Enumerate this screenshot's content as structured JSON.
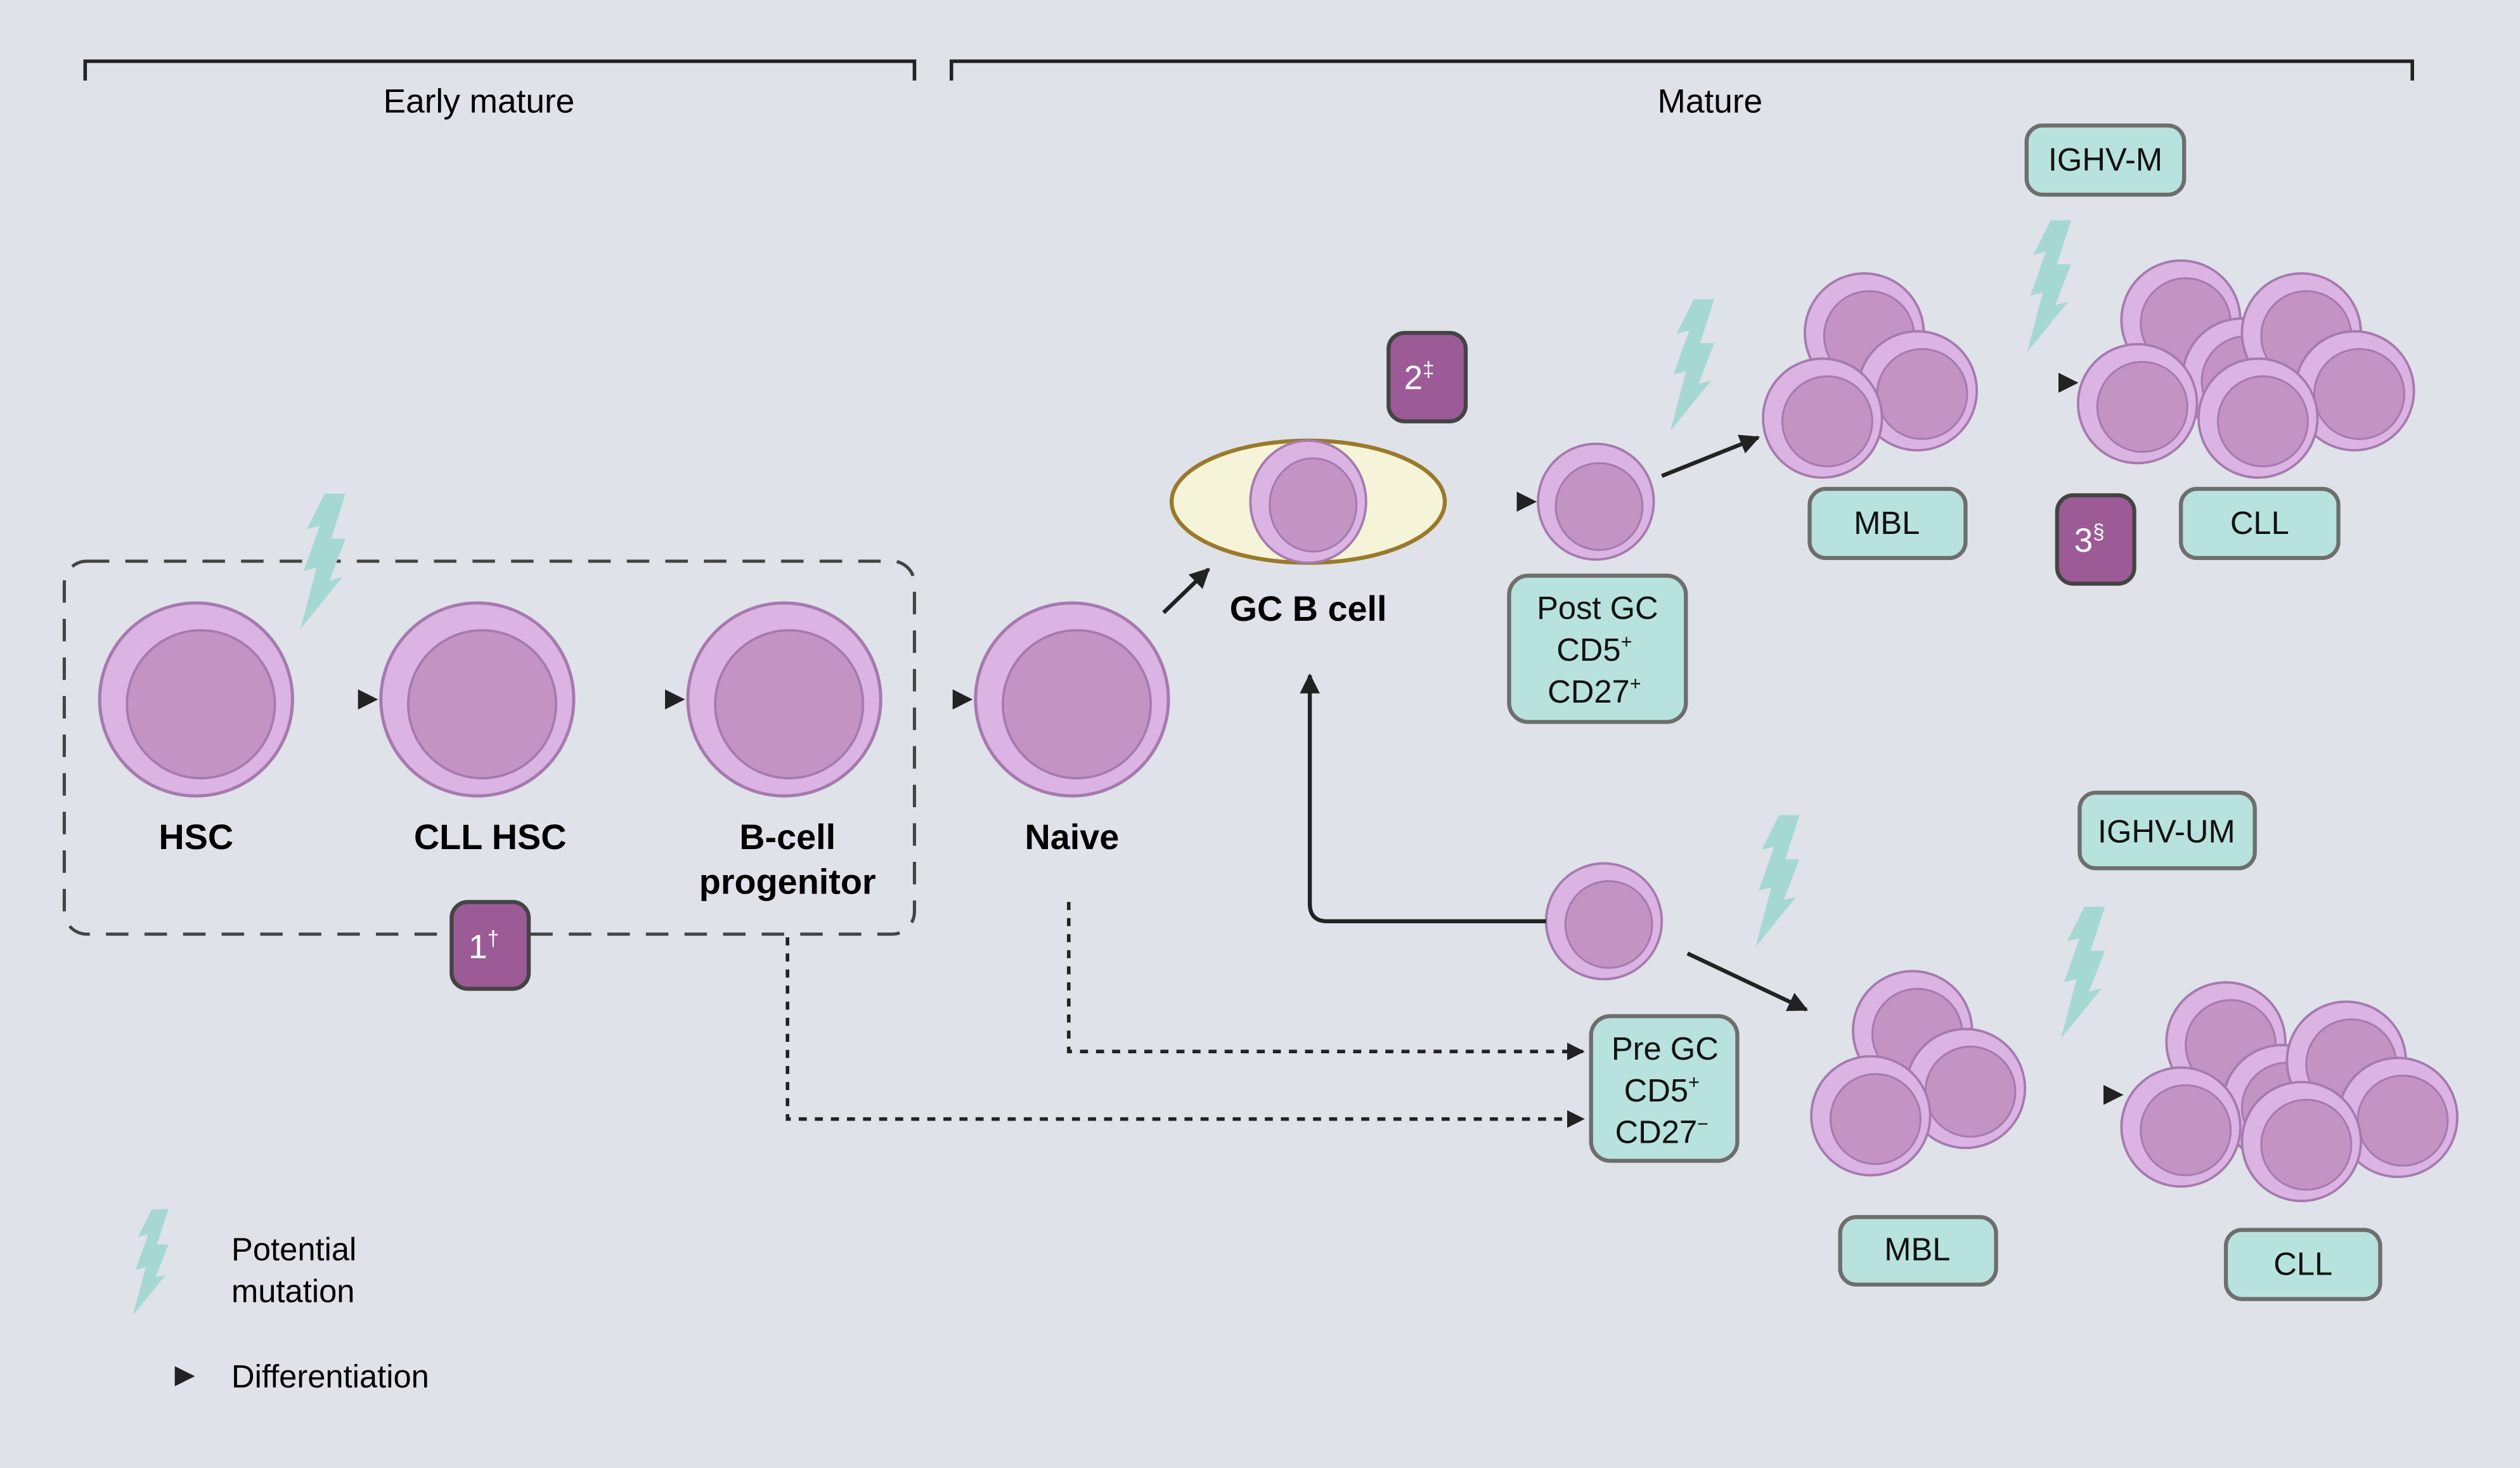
{
  "colors": {
    "background": "#dfe2e9",
    "cell_outer": "#dbb4e3",
    "cell_inner": "#c393c4",
    "cell_stroke": "#a67aae",
    "gc_fill": "#f6f4d8",
    "gc_stroke": "#9a7a2a",
    "tag_fill": "#b8e2de",
    "tag_stroke": "#6e6e6e",
    "badge_fill": "#9c5b96",
    "badge_stroke": "#444444",
    "bolt": "#a5d8d2",
    "line": "#222222"
  },
  "sections": {
    "early": "Early mature",
    "mature": "Mature"
  },
  "cells": {
    "hsc": "HSC",
    "cll_hsc": "CLL HSC",
    "bcell_line1": "B-cell",
    "bcell_line2": "progenitor",
    "naive": "Naive",
    "gc": "GC B cell"
  },
  "tags": {
    "post_gc": [
      "Post GC",
      "CD5",
      "CD27"
    ],
    "post_gc_sup": [
      "+",
      "+"
    ],
    "pre_gc": [
      "Pre GC",
      "CD5",
      "CD27"
    ],
    "pre_gc_sup": [
      "+",
      "−"
    ],
    "ighv_m": "IGHV-M",
    "ighv_um": "IGHV-UM",
    "mbl_top": "MBL",
    "cll_top": "CLL",
    "mbl_bottom": "MBL",
    "cll_bottom": "CLL"
  },
  "badges": {
    "b1": "1",
    "b1_sup": "†",
    "b2": "2",
    "b2_sup": "‡",
    "b3": "3",
    "b3_sup": "§"
  },
  "legend": {
    "mutation_line1": "Potential",
    "mutation_line2": "mutation",
    "differentiation": "Differentiation"
  }
}
